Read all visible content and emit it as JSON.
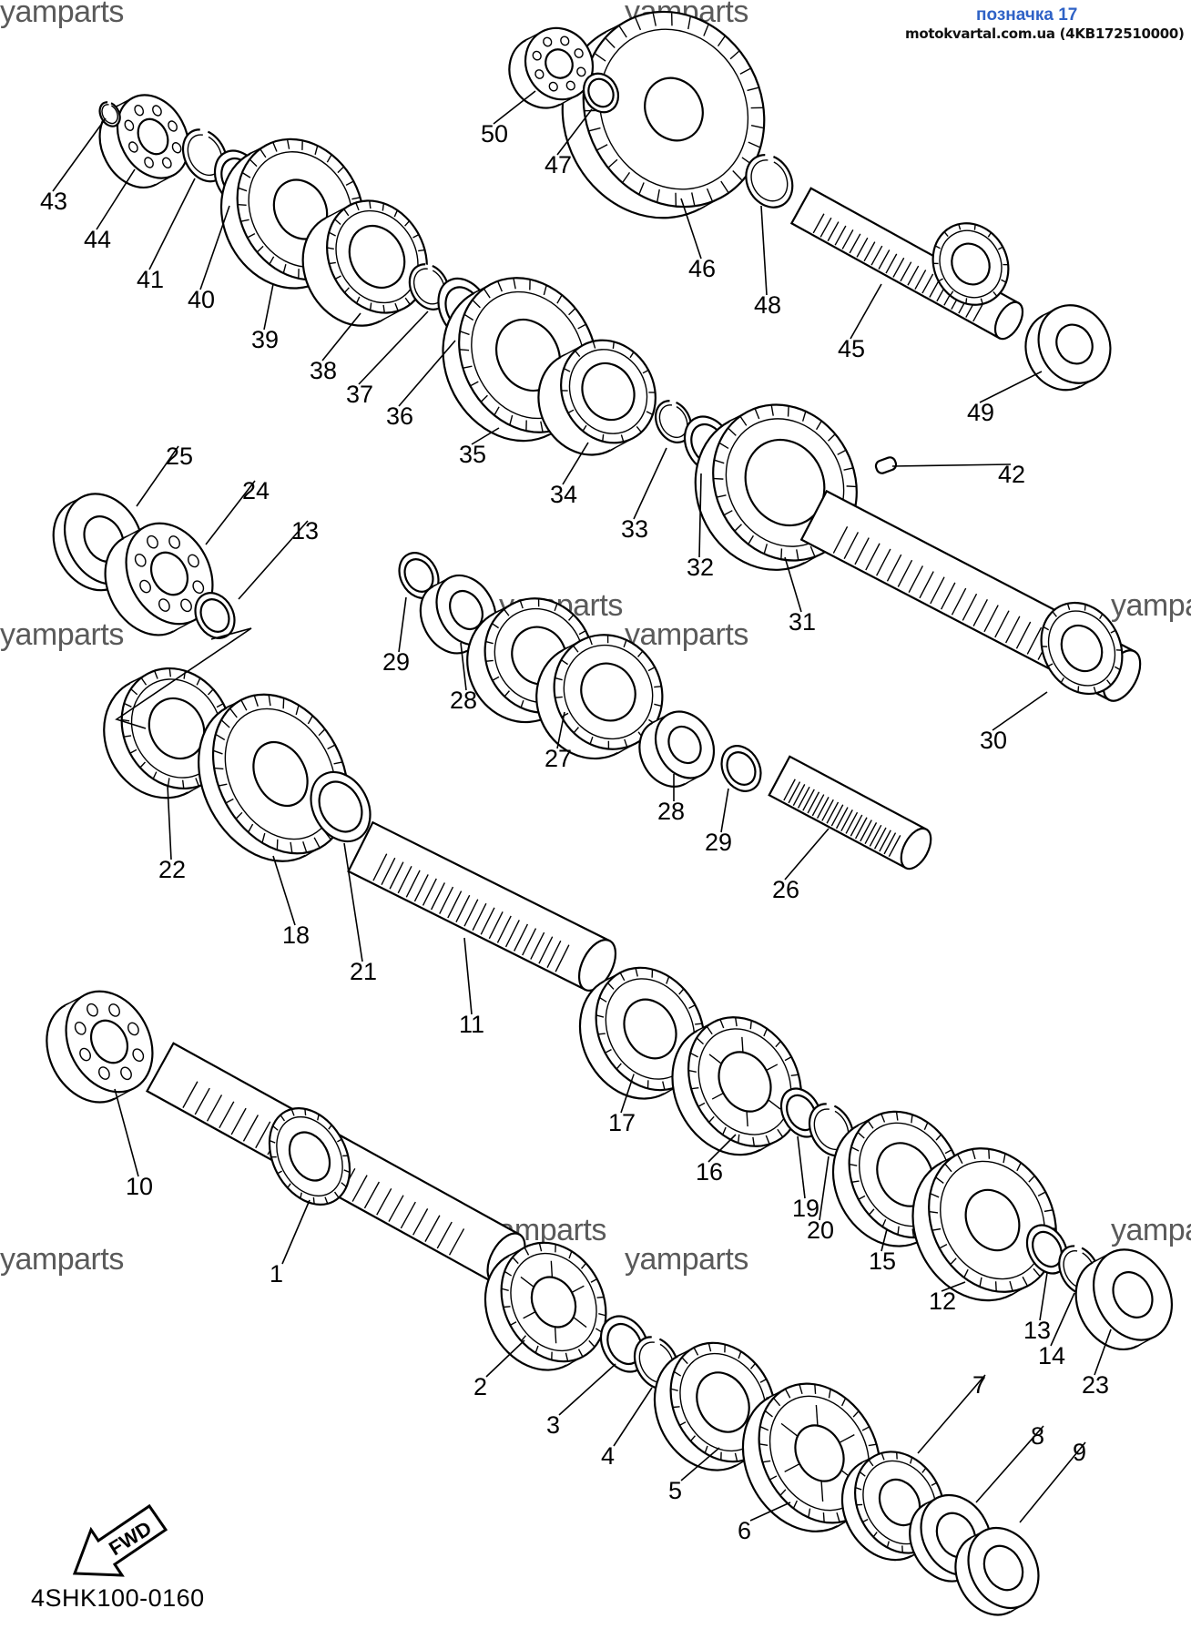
{
  "header": {
    "title": "позначка 17",
    "site": "motokvartal.com.ua (4KB172510000)"
  },
  "watermark": "yamparts",
  "diagram_code": "4SHK100-0160",
  "fwd_label": "FWD",
  "parts": [
    {
      "id": "1",
      "label": "1"
    },
    {
      "id": "2",
      "label": "2"
    },
    {
      "id": "3",
      "label": "3"
    },
    {
      "id": "4",
      "label": "4"
    },
    {
      "id": "5",
      "label": "5"
    },
    {
      "id": "6",
      "label": "6"
    },
    {
      "id": "7",
      "label": "7"
    },
    {
      "id": "8",
      "label": "8"
    },
    {
      "id": "9",
      "label": "9"
    },
    {
      "id": "10",
      "label": "10"
    },
    {
      "id": "11",
      "label": "11"
    },
    {
      "id": "12",
      "label": "12"
    },
    {
      "id": "13a",
      "label": "13"
    },
    {
      "id": "13b",
      "label": "13"
    },
    {
      "id": "14",
      "label": "14"
    },
    {
      "id": "15",
      "label": "15"
    },
    {
      "id": "16",
      "label": "16"
    },
    {
      "id": "17",
      "label": "17"
    },
    {
      "id": "18",
      "label": "18"
    },
    {
      "id": "19",
      "label": "19"
    },
    {
      "id": "20",
      "label": "20"
    },
    {
      "id": "21",
      "label": "21"
    },
    {
      "id": "22",
      "label": "22"
    },
    {
      "id": "23",
      "label": "23"
    },
    {
      "id": "24",
      "label": "24"
    },
    {
      "id": "25",
      "label": "25"
    },
    {
      "id": "26",
      "label": "26"
    },
    {
      "id": "27",
      "label": "27"
    },
    {
      "id": "28a",
      "label": "28"
    },
    {
      "id": "28b",
      "label": "28"
    },
    {
      "id": "29a",
      "label": "29"
    },
    {
      "id": "29b",
      "label": "29"
    },
    {
      "id": "30",
      "label": "30"
    },
    {
      "id": "31",
      "label": "31"
    },
    {
      "id": "32",
      "label": "32"
    },
    {
      "id": "33",
      "label": "33"
    },
    {
      "id": "34",
      "label": "34"
    },
    {
      "id": "35",
      "label": "35"
    },
    {
      "id": "36",
      "label": "36"
    },
    {
      "id": "37",
      "label": "37"
    },
    {
      "id": "38",
      "label": "38"
    },
    {
      "id": "39",
      "label": "39"
    },
    {
      "id": "40",
      "label": "40"
    },
    {
      "id": "41",
      "label": "41"
    },
    {
      "id": "42",
      "label": "42"
    },
    {
      "id": "43",
      "label": "43"
    },
    {
      "id": "44",
      "label": "44"
    },
    {
      "id": "45",
      "label": "45"
    },
    {
      "id": "46",
      "label": "46"
    },
    {
      "id": "47",
      "label": "47"
    },
    {
      "id": "48",
      "label": "48"
    },
    {
      "id": "49",
      "label": "49"
    },
    {
      "id": "50",
      "label": "50"
    }
  ]
}
